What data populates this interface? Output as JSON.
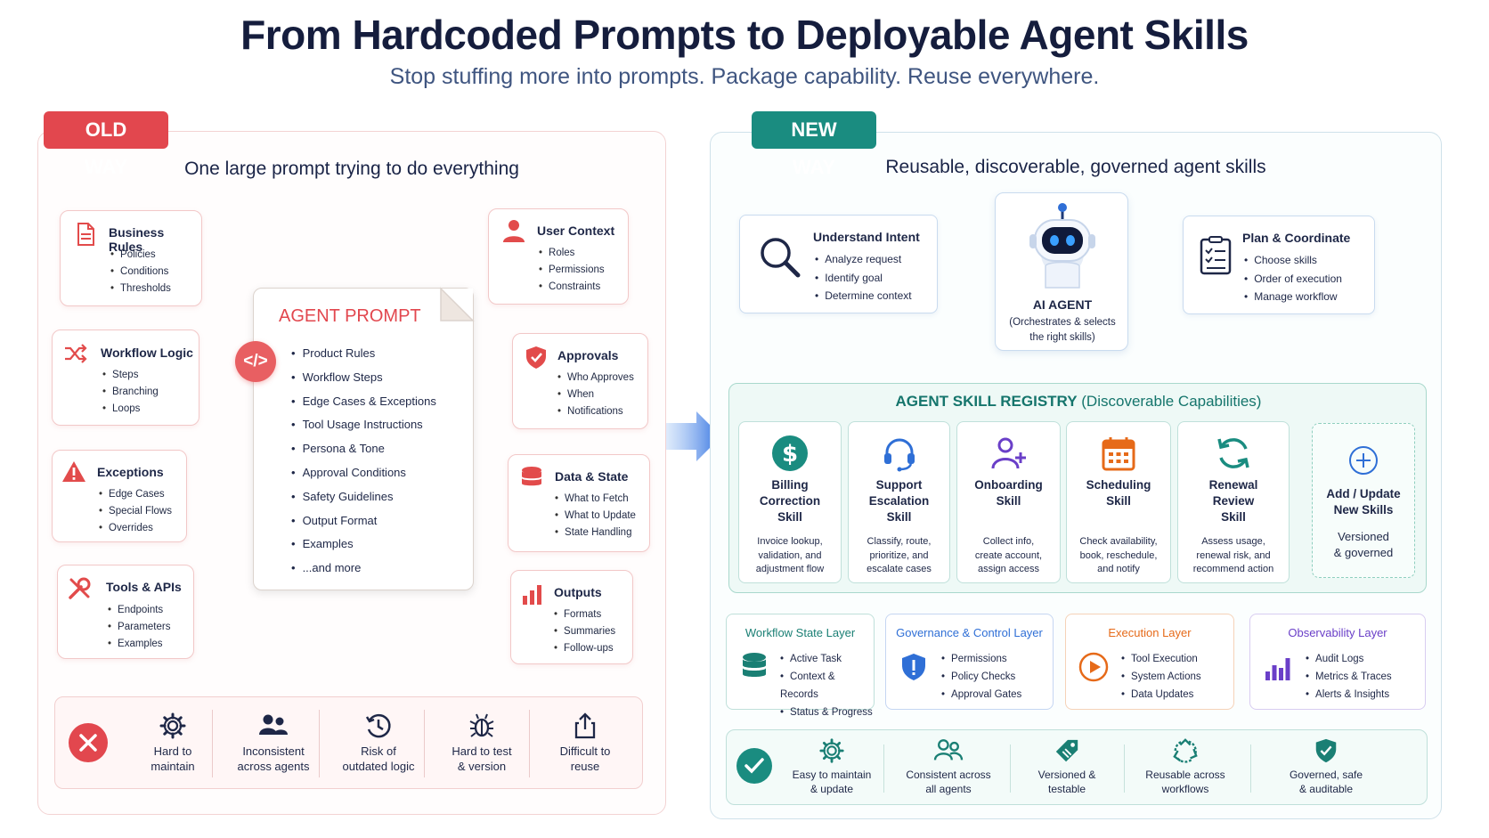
{
  "title": "From Hardcoded Prompts to Deployable Agent Skills",
  "subtitle": "Stop stuffing more into prompts. Package capability. Reuse everywhere.",
  "old_way": {
    "tag": "OLD WAY",
    "heading": "One large prompt trying to do everything",
    "prompt": {
      "title": "AGENT PROMPT",
      "badge": "</>",
      "items": [
        "Product Rules",
        "Workflow Steps",
        "Edge Cases & Exceptions",
        "Tool Usage Instructions",
        "Persona & Tone",
        "Approval Conditions",
        "Safety Guidelines",
        "Output Format",
        "Examples",
        "...and more"
      ]
    },
    "boxes": {
      "business_rules": {
        "title": "Business Rules",
        "items": [
          "Policies",
          "Conditions",
          "Thresholds"
        ],
        "icon": "document-icon"
      },
      "workflow_logic": {
        "title": "Workflow Logic",
        "items": [
          "Steps",
          "Branching",
          "Loops"
        ],
        "icon": "shuffle-icon"
      },
      "exceptions": {
        "title": "Exceptions",
        "items": [
          "Edge Cases",
          "Special Flows",
          "Overrides"
        ],
        "icon": "warning-icon"
      },
      "tools_apis": {
        "title": "Tools & APIs",
        "items": [
          "Endpoints",
          "Parameters",
          "Examples"
        ],
        "icon": "tools-icon"
      },
      "user_context": {
        "title": "User Context",
        "items": [
          "Roles",
          "Permissions",
          "Constraints"
        ],
        "icon": "user-icon"
      },
      "approvals": {
        "title": "Approvals",
        "items": [
          "Who Approves",
          "When",
          "Notifications"
        ],
        "icon": "shield-check-icon"
      },
      "data_state": {
        "title": "Data & State",
        "items": [
          "What to Fetch",
          "What to Update",
          "State Handling"
        ],
        "icon": "database-icon"
      },
      "outputs": {
        "title": "Outputs",
        "items": [
          "Formats",
          "Summaries",
          "Follow-ups"
        ],
        "icon": "bar-chart-icon"
      }
    },
    "problems": [
      {
        "l1": "Hard to",
        "l2": "maintain",
        "icon": "gear-icon"
      },
      {
        "l1": "Inconsistent",
        "l2": "across agents",
        "icon": "users-icon"
      },
      {
        "l1": "Risk of",
        "l2": "outdated logic",
        "icon": "clock-history-icon"
      },
      {
        "l1": "Hard to test",
        "l2": "& version",
        "icon": "bug-icon"
      },
      {
        "l1": "Difficult to",
        "l2": "reuse",
        "icon": "share-icon"
      }
    ]
  },
  "new_way": {
    "tag": "NEW WAY",
    "heading": "Reusable, discoverable, governed agent skills",
    "understand": {
      "title": "Understand Intent",
      "items": [
        "Analyze request",
        "Identify goal",
        "Determine context"
      ],
      "icon": "search-icon"
    },
    "agent": {
      "title": "AI AGENT",
      "sub1": "(Orchestrates & selects",
      "sub2": "the right skills)",
      "icon": "robot-icon"
    },
    "plan": {
      "title": "Plan & Coordinate",
      "items": [
        "Choose skills",
        "Order of execution",
        "Manage workflow"
      ],
      "icon": "checklist-icon"
    },
    "registry": {
      "title_bold": "AGENT SKILL REGISTRY",
      "title_rest": " (Discoverable Capabilities)"
    },
    "skills": [
      {
        "n1": "Billing",
        "n2": "Correction",
        "n3": "Skill",
        "d1": "Invoice lookup,",
        "d2": "validation, and",
        "d3": "adjustment flow",
        "icon": "dollar-icon"
      },
      {
        "n1": "Support",
        "n2": "Escalation",
        "n3": "Skill",
        "d1": "Classify, route,",
        "d2": "prioritize, and",
        "d3": "escalate cases",
        "icon": "headset-icon"
      },
      {
        "n1": "Onboarding",
        "n2": "Skill",
        "n3": "",
        "d1": "Collect info,",
        "d2": "create account,",
        "d3": "assign access",
        "icon": "add-user-icon"
      },
      {
        "n1": "Scheduling",
        "n2": "Skill",
        "n3": "",
        "d1": "Check availability,",
        "d2": "book, reschedule,",
        "d3": "and notify",
        "icon": "calendar-icon"
      },
      {
        "n1": "Renewal",
        "n2": "Review",
        "n3": "Skill",
        "d1": "Assess usage,",
        "d2": "renewal risk, and",
        "d3": "recommend action",
        "icon": "refresh-icon"
      }
    ],
    "add_skill": {
      "n1": "Add / Update",
      "n2": "New Skills",
      "d1": "Versioned",
      "d2": "& governed",
      "icon": "plus-circle-icon"
    },
    "layers": [
      {
        "title": "Workflow State Layer",
        "items": [
          "Active Task",
          "Context & Records",
          "Status & Progress"
        ],
        "color": "#1a7f74",
        "icon": "database-icon"
      },
      {
        "title": "Governance & Control Layer",
        "items": [
          "Permissions",
          "Policy Checks",
          "Approval Gates"
        ],
        "color": "#2f6fd6",
        "icon": "shield-alert-icon"
      },
      {
        "title": "Execution Layer",
        "items": [
          "Tool Execution",
          "System Actions",
          "Data Updates"
        ],
        "color": "#e66a19",
        "icon": "play-icon"
      },
      {
        "title": "Observability Layer",
        "items": [
          "Audit Logs",
          "Metrics & Traces",
          "Alerts & Insights"
        ],
        "color": "#6a3fc8",
        "icon": "bar-chart-icon"
      }
    ],
    "benefits": [
      {
        "l1": "Easy to maintain",
        "l2": "& update",
        "icon": "gear-icon"
      },
      {
        "l1": "Consistent across",
        "l2": "all agents",
        "icon": "users-icon"
      },
      {
        "l1": "Versioned &",
        "l2": "testable",
        "icon": "tag-icon"
      },
      {
        "l1": "Reusable across",
        "l2": "workflows",
        "icon": "recycle-icon"
      },
      {
        "l1": "Governed, safe",
        "l2": "& auditable",
        "icon": "shield-check-icon"
      }
    ]
  },
  "colors": {
    "red": "#e2474e",
    "teal": "#1a8c80",
    "blue": "#2f6fd6",
    "orange": "#e66a19",
    "purple": "#6a3fc8",
    "navy": "#151d3d"
  }
}
